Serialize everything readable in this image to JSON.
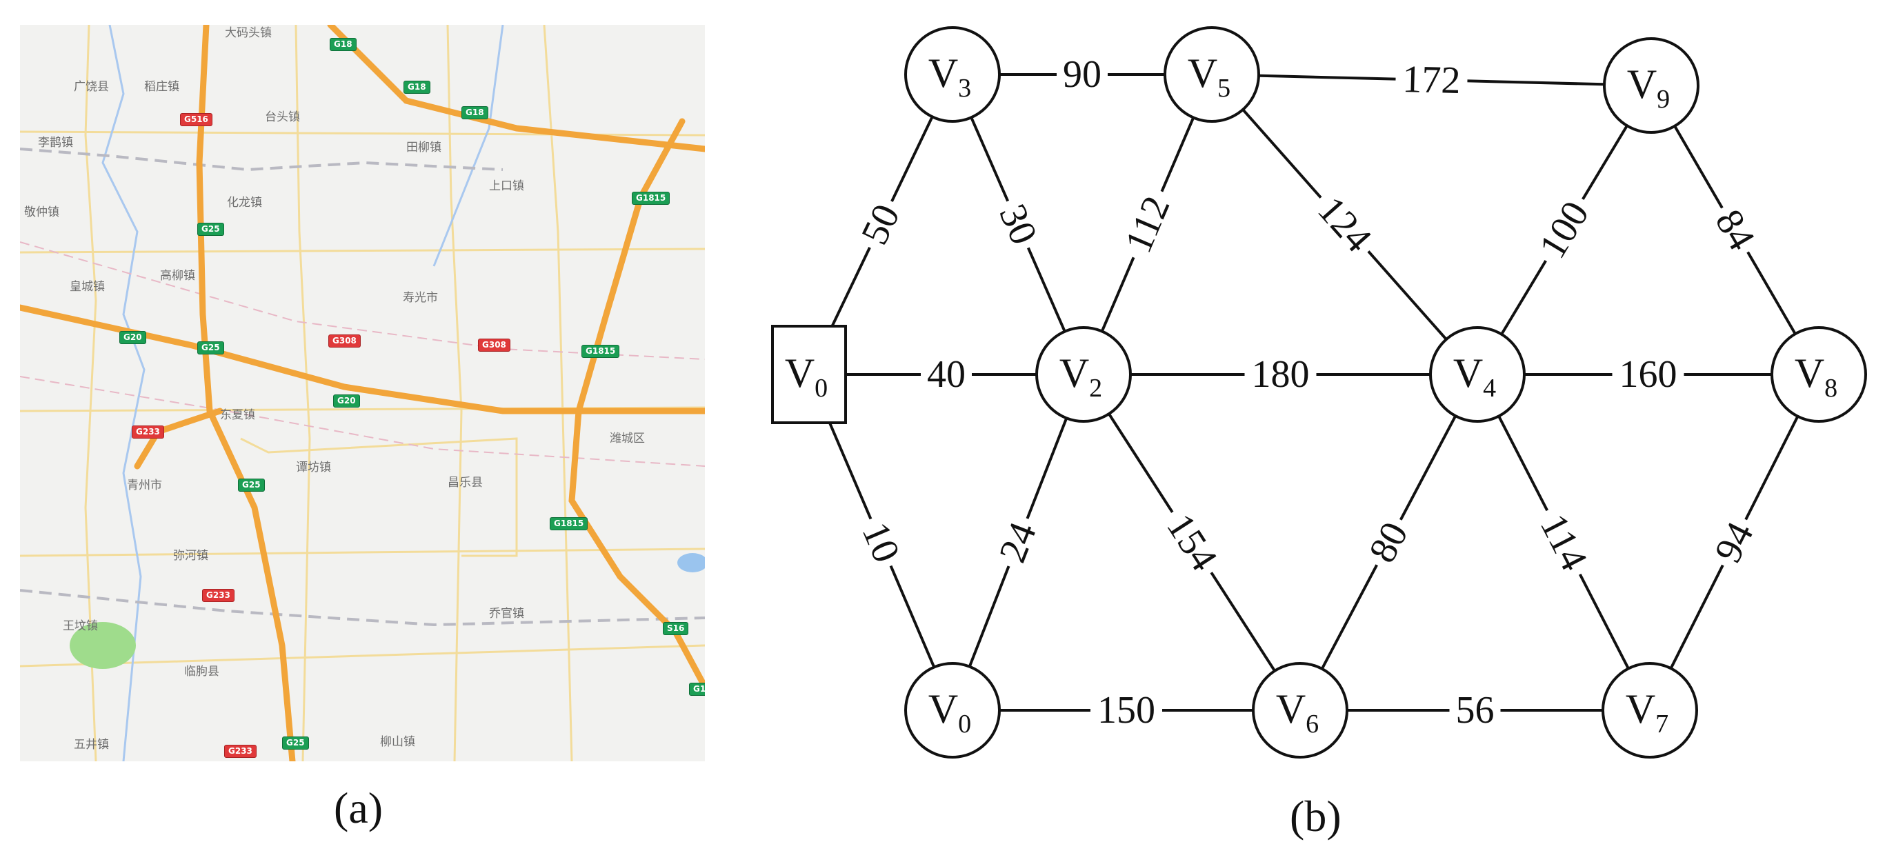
{
  "panel_a": {
    "caption": "(a)",
    "places": [
      {
        "name": "大码头镇"
      },
      {
        "name": "广饶县"
      },
      {
        "name": "稻庄镇"
      },
      {
        "name": "台头镇"
      },
      {
        "name": "李鹊镇"
      },
      {
        "name": "田柳镇"
      },
      {
        "name": "上口镇"
      },
      {
        "name": "化龙镇"
      },
      {
        "name": "敬仲镇"
      },
      {
        "name": "高柳镇"
      },
      {
        "name": "皇城镇"
      },
      {
        "name": "寿光市"
      },
      {
        "name": "东夏镇"
      },
      {
        "name": "潍城区"
      },
      {
        "name": "青州市"
      },
      {
        "name": "谭坊镇"
      },
      {
        "name": "昌乐县"
      },
      {
        "name": "弥河镇"
      },
      {
        "name": "王坟镇"
      },
      {
        "name": "乔官镇"
      },
      {
        "name": "临朐县"
      },
      {
        "name": "五井镇"
      },
      {
        "name": "柳山镇"
      }
    ],
    "shields": [
      {
        "code": "G18",
        "color": "green"
      },
      {
        "code": "G18",
        "color": "green"
      },
      {
        "code": "G18",
        "color": "green"
      },
      {
        "code": "G516",
        "color": "red"
      },
      {
        "code": "G1815",
        "color": "green"
      },
      {
        "code": "G25",
        "color": "green"
      },
      {
        "code": "G20",
        "color": "green"
      },
      {
        "code": "G25",
        "color": "green"
      },
      {
        "code": "G308",
        "color": "red"
      },
      {
        "code": "G308",
        "color": "red"
      },
      {
        "code": "G1815",
        "color": "green"
      },
      {
        "code": "G20",
        "color": "green"
      },
      {
        "code": "G233",
        "color": "red"
      },
      {
        "code": "G25",
        "color": "green"
      },
      {
        "code": "G1815",
        "color": "green"
      },
      {
        "code": "G233",
        "color": "red"
      },
      {
        "code": "S16",
        "color": "green"
      },
      {
        "code": "G233",
        "color": "red"
      },
      {
        "code": "G25",
        "color": "green"
      },
      {
        "code": "G1",
        "color": "green"
      }
    ]
  },
  "panel_b": {
    "caption": "(b)",
    "nodes": [
      {
        "id": "V0_top",
        "main": "V",
        "sub": "0",
        "shape": "square"
      },
      {
        "id": "V3",
        "main": "V",
        "sub": "3",
        "shape": "circle"
      },
      {
        "id": "V5",
        "main": "V",
        "sub": "5",
        "shape": "circle"
      },
      {
        "id": "V9",
        "main": "V",
        "sub": "9",
        "shape": "circle"
      },
      {
        "id": "V2",
        "main": "V",
        "sub": "2",
        "shape": "circle"
      },
      {
        "id": "V4",
        "main": "V",
        "sub": "4",
        "shape": "circle"
      },
      {
        "id": "V8",
        "main": "V",
        "sub": "8",
        "shape": "circle"
      },
      {
        "id": "V0_bottom",
        "main": "V",
        "sub": "0",
        "shape": "circle"
      },
      {
        "id": "V6",
        "main": "V",
        "sub": "6",
        "shape": "circle"
      },
      {
        "id": "V7",
        "main": "V",
        "sub": "7",
        "shape": "circle"
      }
    ],
    "edges": [
      {
        "from": "V3",
        "to": "V5",
        "weight": "90"
      },
      {
        "from": "V5",
        "to": "V9",
        "weight": "172"
      },
      {
        "from": "V0_top",
        "to": "V3",
        "weight": "50"
      },
      {
        "from": "V3",
        "to": "V2",
        "weight": "30"
      },
      {
        "from": "V2",
        "to": "V5",
        "weight": "112"
      },
      {
        "from": "V5",
        "to": "V4",
        "weight": "124"
      },
      {
        "from": "V4",
        "to": "V9",
        "weight": "100"
      },
      {
        "from": "V9",
        "to": "V8",
        "weight": "84"
      },
      {
        "from": "V0_top",
        "to": "V2",
        "weight": "40"
      },
      {
        "from": "V2",
        "to": "V4",
        "weight": "180"
      },
      {
        "from": "V4",
        "to": "V8",
        "weight": "160"
      },
      {
        "from": "V0_top",
        "to": "V0_bottom",
        "weight": "10"
      },
      {
        "from": "V0_bottom",
        "to": "V2",
        "weight": "24"
      },
      {
        "from": "V2",
        "to": "V6",
        "weight": "154"
      },
      {
        "from": "V6",
        "to": "V4",
        "weight": "80"
      },
      {
        "from": "V4",
        "to": "V7",
        "weight": "114"
      },
      {
        "from": "V7",
        "to": "V8",
        "weight": "94"
      },
      {
        "from": "V0_bottom",
        "to": "V6",
        "weight": "150"
      },
      {
        "from": "V6",
        "to": "V7",
        "weight": "56"
      }
    ]
  }
}
